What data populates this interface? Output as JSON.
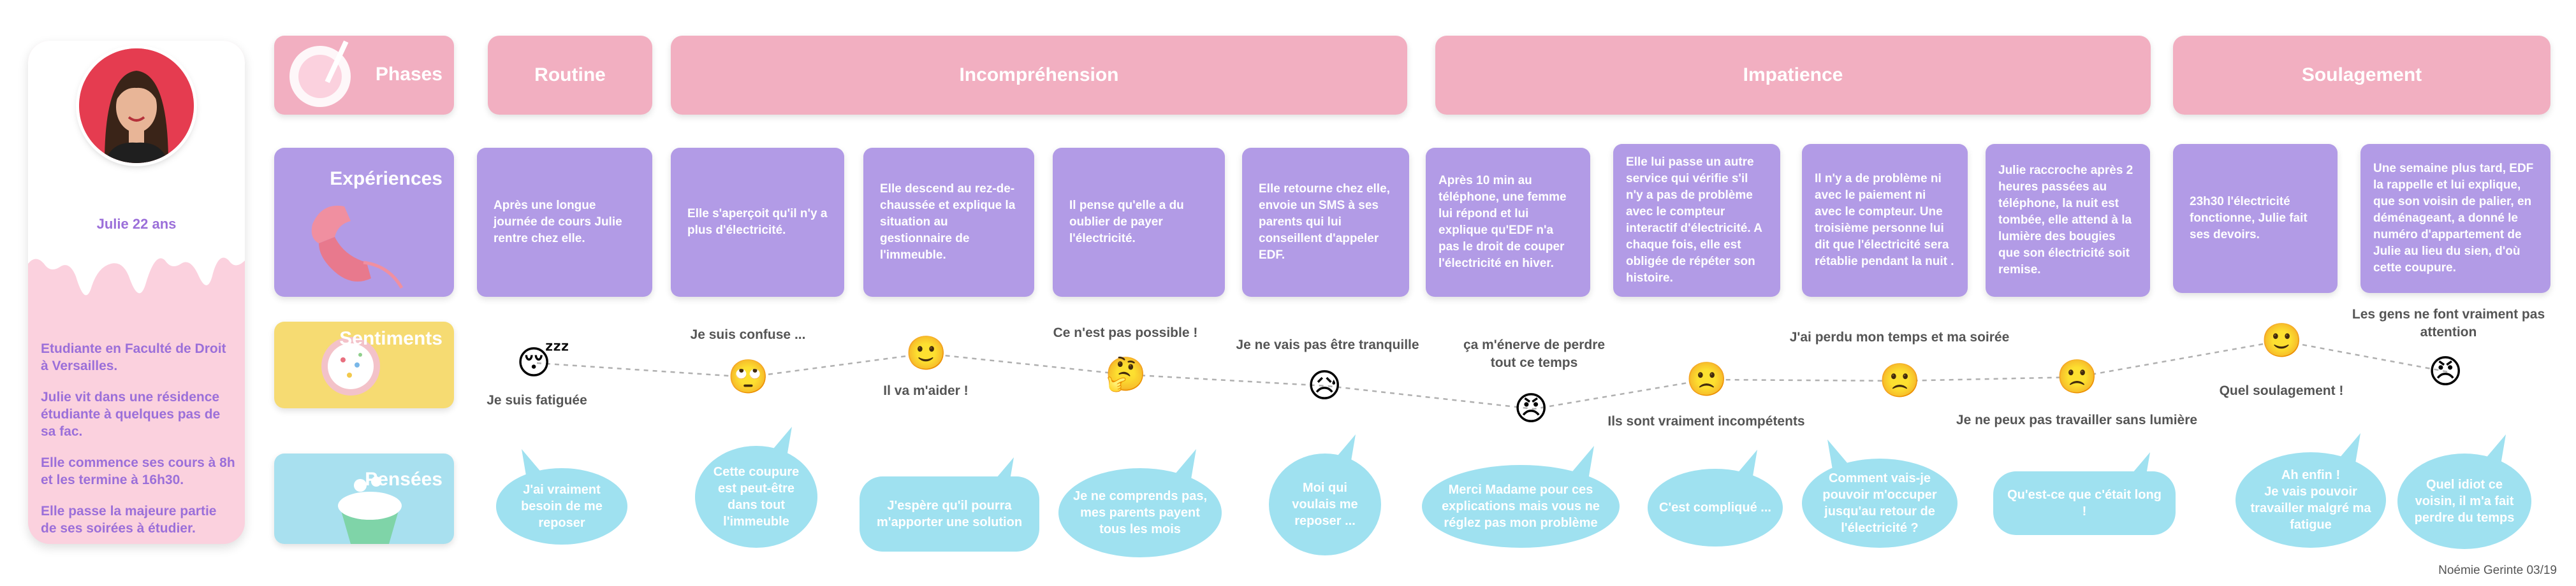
{
  "persona": {
    "name": "Julie 22 ans",
    "paragraphs": [
      "Etudiante en Faculté de Droit à Versailles.",
      " Julie vit dans une résidence étudiante à quelques pas de sa fac.",
      "Elle commence ses cours à 8h et les termine à 16h30.",
      "Elle passe la majeure partie de ses soirées à étudier."
    ]
  },
  "row_labels": {
    "phases": "Phases",
    "experiences": "Expériences",
    "sentiments": "Sentiments",
    "pensees": "Pensées"
  },
  "phases": [
    "Routine",
    "Incompréhension",
    "Impatience",
    "Soulagement"
  ],
  "experiences": [
    "Après une longue journée de cours Julie rentre chez elle.",
    "Elle s'aperçoit qu'il n'y a plus d'électricité.",
    "Elle descend au rez-de-chaussée et explique la situation au gestionnaire de l'immeuble.",
    "Il pense qu'elle a du oublier de payer l'électricité.",
    "Elle retourne chez elle, envoie un SMS à ses parents qui lui conseillent d'appeler EDF.",
    "Après 10 min au téléphone, une femme lui répond et lui explique qu'EDF n'a pas le droit de couper l'électricité en hiver.",
    "Elle lui passe un autre service qui vérifie s'il n'y a pas de problème avec le compteur interactif d'électricité. A chaque fois, elle est obligée de répéter son histoire.",
    "Il n'y a de problème ni avec le paiement ni avec le compteur. Une troisième personne lui dit que l'électricité sera rétablie pendant la nuit .",
    "Julie raccroche après 2 heures passées au téléphone, la nuit est tombée, elle attend à la lumière des bougies que son électricité soit remise.",
    "23h30 l'électricité fonctionne, Julie fait ses devoirs.",
    "Une semaine plus tard, EDF la rappelle et lui explique, que son voisin de palier, en déménageant, a  donné le numéro d'appartement de Julie au lieu du sien, d'où cette coupure."
  ],
  "sentiments": [
    {
      "label": "Je suis fatiguée",
      "emoji": "😴",
      "icon": "sleepy-face-icon"
    },
    {
      "label": "Je suis confuse ...",
      "emoji": "🙄",
      "icon": "eye-roll-face-icon"
    },
    {
      "label": "Il va m'aider !",
      "emoji": "🙂",
      "icon": "smiling-face-icon"
    },
    {
      "label": "Ce n'est pas possible !",
      "emoji": "🤔",
      "icon": "thinking-face-icon"
    },
    {
      "label": "Je ne vais pas être tranquille",
      "emoji": "😥",
      "icon": "worried-face-icon"
    },
    {
      "label": "ça m'énerve de perdre\ntout ce temps",
      "emoji": "😠",
      "icon": "angry-face-icon"
    },
    {
      "label": "Ils sont vraiment incompétents",
      "emoji": "🙁",
      "icon": "frowning-face-icon"
    },
    {
      "label": "J'ai perdu mon temps et ma soirée",
      "emoji": "🙁",
      "icon": "frowning-face-icon"
    },
    {
      "label": "Je ne peux pas travailler sans lumière",
      "emoji": "🙁",
      "icon": "frowning-face-icon"
    },
    {
      "label": "Quel soulagement !",
      "emoji": "🙂",
      "icon": "smiling-face-icon"
    },
    {
      "label": "Les gens ne font vraiment pas\nattention",
      "emoji": "😠",
      "icon": "angry-face-icon"
    }
  ],
  "pensees": [
    "J'ai vraiment besoin de me reposer",
    "Cette coupure est peut-être dans tout l'immeuble",
    "J'espère qu'il pourra m'apporter une solution",
    "Je ne comprends pas, mes parents payent tous les mois",
    "Moi qui voulais me reposer ...",
    "Merci Madame pour ces explications mais vous ne réglez pas mon problème",
    "C'est compliqué ...",
    "Comment vais-je pouvoir m'occuper jusqu'au retour de l'électricité ?",
    "Qu'est-ce que c'était long !",
    "Ah enfin !\nJe vais pouvoir travailler malgré ma fatigue",
    "Quel idiot ce voisin, il m'a fait perdre du temps"
  ],
  "footer": "Noémie Gerinte 03/19",
  "colors": {
    "pink": "#f2afc1",
    "purple": "#b29be6",
    "yellow": "#f6db72",
    "cyan": "#9fe1f0",
    "persona_text": "#9b6fd9"
  }
}
